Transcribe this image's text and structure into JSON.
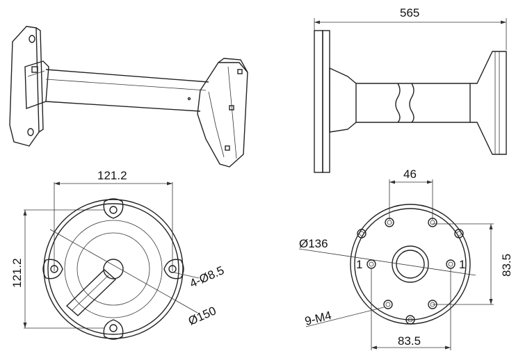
{
  "dimensions": {
    "side_length": "565",
    "base_width": "121.2",
    "base_height": "121.2",
    "base_holes": "4-Ø8.5",
    "base_diameter": "Ø150",
    "top_holes_spacing": "46",
    "top_diameter": "Ø136",
    "top_height": "83.5",
    "top_width": "83.5",
    "top_screws": "9-M4",
    "mark_left": "1",
    "mark_right": "1"
  },
  "colors": {
    "line": "#222222",
    "background": "#ffffff"
  }
}
